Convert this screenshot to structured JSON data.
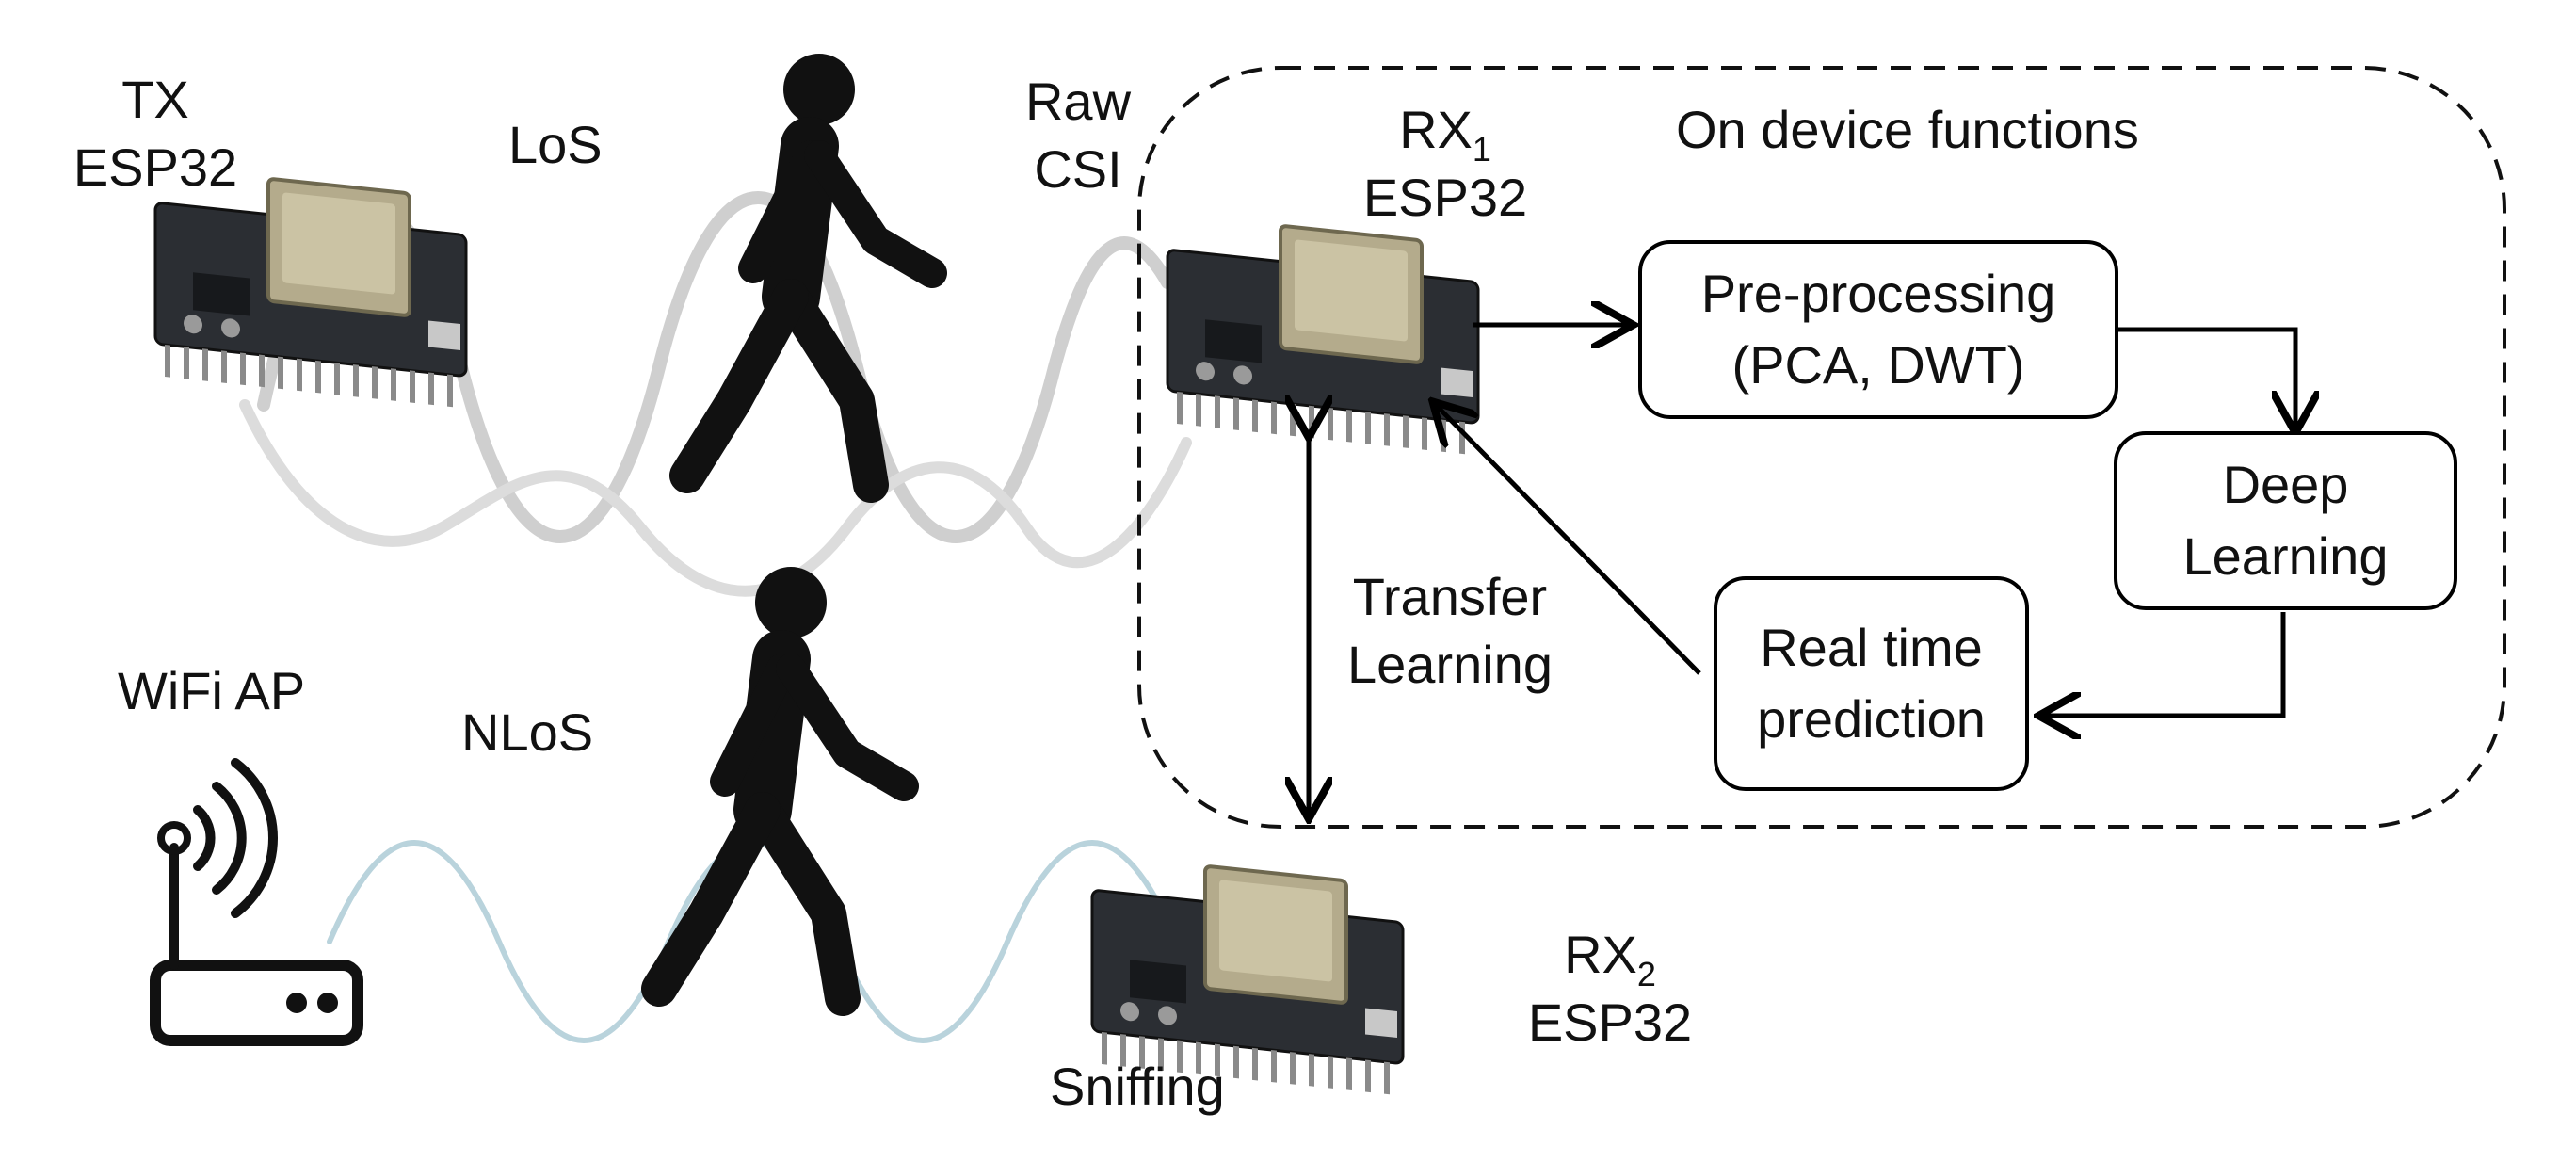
{
  "labels": {
    "tx_line1": "TX",
    "tx_line2": "ESP32",
    "los": "LoS",
    "nlos": "NLoS",
    "raw_line1": "Raw",
    "raw_line2": "CSI",
    "rx1_main": "RX",
    "rx1_sub": "1",
    "rx1_line2": "ESP32",
    "rx2_main": "RX",
    "rx2_sub": "2",
    "rx2_line2": "ESP32",
    "on_device": "On device functions",
    "transfer_line1": "Transfer",
    "transfer_line2": "Learning",
    "wifi_ap": "WiFi AP",
    "sniffing": "Sniffing"
  },
  "boxes": {
    "preprocessing": [
      "Pre-processing",
      "(PCA, DWT)"
    ],
    "deep_learning": [
      "Deep",
      "Learning"
    ],
    "realtime": [
      "Real time",
      "prediction"
    ]
  },
  "colors": {
    "los_wave": "#cfcfcf",
    "nlos_wave": "#b9d3dc",
    "person": "#111111",
    "board": "#2b2e33",
    "chip": "#b4ab8c"
  },
  "icons": [
    "walking-person-icon",
    "router-icon",
    "esp32-board-icon"
  ]
}
